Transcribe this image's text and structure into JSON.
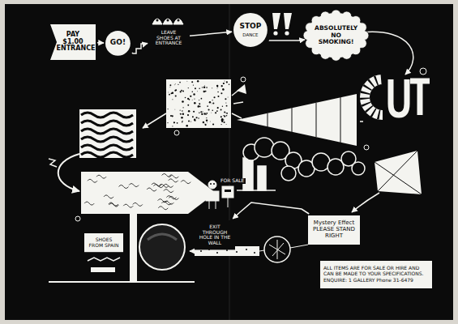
{
  "diagram": {
    "nodes": [
      {
        "text": [
          "PAY $1.00 ENTRANCE"
        ]
      },
      {
        "text": [
          "GO!"
        ]
      },
      {
        "text": [
          "LEAVE SHOES AT ENTRANCE"
        ]
      },
      {
        "text": [
          "STOP",
          "DANCE"
        ]
      },
      {
        "text": [
          "ABSOLUTELY NO SMOKING!"
        ]
      },
      {
        "text": [
          "SHOES FROM SPAIN"
        ]
      },
      {
        "text": [
          "EXIT THROUGH HOLE IN THE WALL"
        ]
      },
      {
        "text": [
          "Mystery Effect PLEASE STAND RIGHT"
        ]
      },
      {
        "text": [
          "ALL ITEMS ARE FOR SALE OR HIRE AND CAN BE MADE TO YOUR SPECIFICATIONS.",
          "ENQUIRE: 1 GALLERY Phone 31-6479"
        ]
      }
    ],
    "edges": [
      {
        "from": 0,
        "to": 1,
        "arrow": "to"
      },
      {
        "from": 1,
        "to": 2,
        "arrow": "to"
      },
      {
        "from": 2,
        "to": 3,
        "arrow": "to"
      },
      {
        "from": 3,
        "to": 4,
        "arrow": "to"
      },
      {
        "from": 7,
        "to": 6,
        "arrow": "to"
      }
    ],
    "labels": [
      "FOR SALE"
    ]
  }
}
